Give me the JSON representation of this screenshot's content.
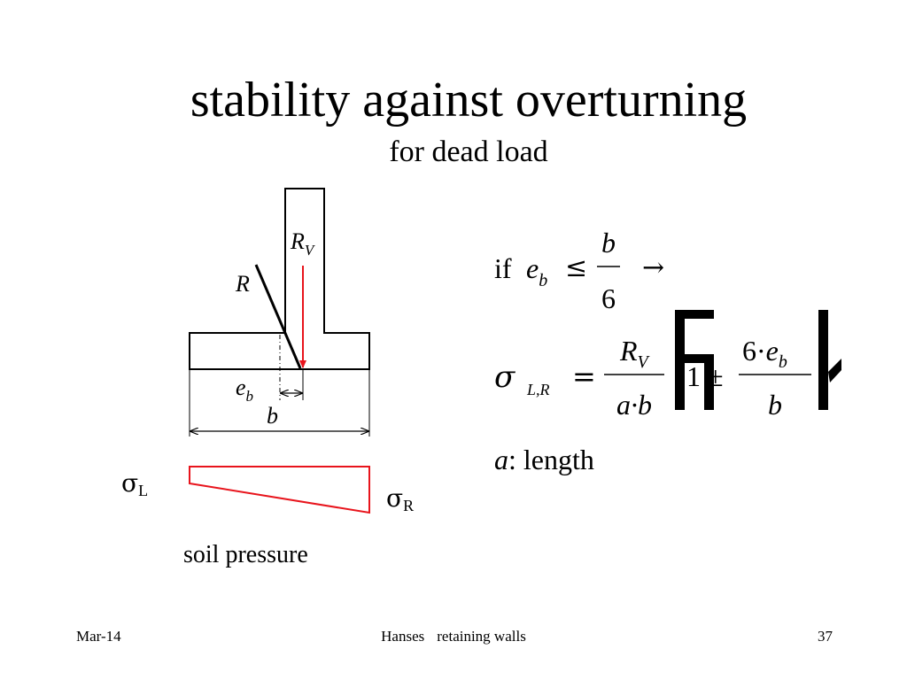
{
  "slide": {
    "title": "stability against overturning",
    "subtitle": "for dead load"
  },
  "diagram": {
    "resultant_label": "R",
    "vertical_label_main": "R",
    "vertical_label_sub": "V",
    "eccentricity_main": "e",
    "eccentricity_sub": "b",
    "width_label": "b",
    "sigma_left_main": "σ",
    "sigma_left_sub": "L",
    "sigma_right_main": "σ",
    "sigma_right_sub": "R",
    "caption": "soil pressure",
    "structure_color": "#000000",
    "pressure_color": "#e8141c"
  },
  "formula": {
    "condition_if": "if",
    "condition_e": "e",
    "condition_e_sub": "b",
    "condition_le": "≤",
    "condition_num": "b",
    "condition_den": "6",
    "condition_arrow": "→",
    "sigma": "σ",
    "sigma_sub": "L,R",
    "equals": "=",
    "frac1_num_main": "R",
    "frac1_num_sub": "V",
    "frac1_den": "a·b",
    "one_pm": "1 ±",
    "frac2_num_six": "6·",
    "frac2_num_e": "e",
    "frac2_num_sub": "b",
    "frac2_den": "b",
    "def_var": "a",
    "def_text": ": length"
  },
  "footer": {
    "date": "Mar-14",
    "author": "Hanses",
    "topic": "retaining walls",
    "page": "37"
  }
}
